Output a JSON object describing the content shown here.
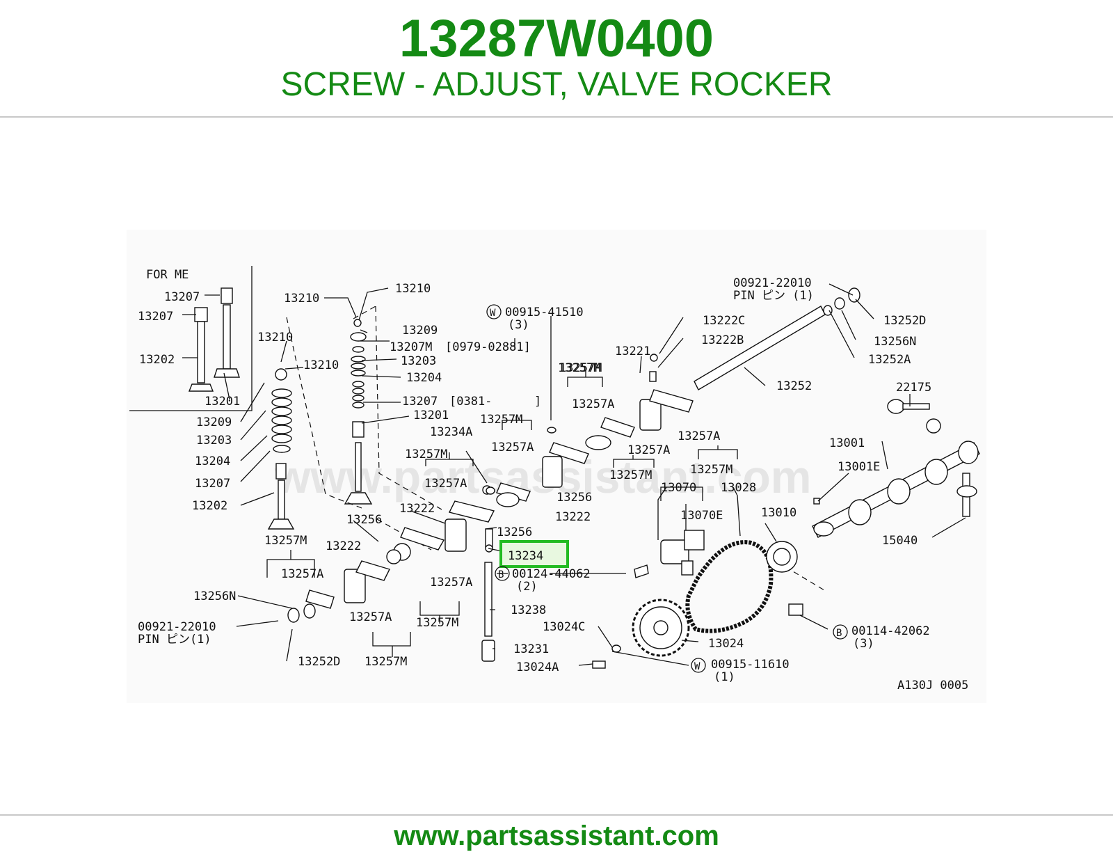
{
  "header": {
    "part_number": "13287W0400",
    "description": "SCREW - ADJUST, VALVE ROCKER"
  },
  "colors": {
    "brand_green": "#148a14",
    "highlight_green": "#22bb22",
    "rule_gray": "#c8c8c8"
  },
  "diagram": {
    "inset_label": "FOR ME",
    "watermark": "www.partsassistant.com",
    "reference_code": "A130J 0005",
    "highlighted_callout": "13234",
    "callouts": [
      "13207",
      "13207",
      "13202",
      "13201",
      "13210",
      "13210",
      "13210",
      "13210",
      "13209",
      "13207M",
      "[0979-02881]",
      "13203",
      "13204",
      "13207",
      "[0381-",
      "]",
      "13201",
      "13209",
      "13203",
      "13204",
      "13207",
      "13202",
      "00915-41510",
      "(3)",
      "13257M",
      "13234A",
      "13257A",
      "13257M",
      "13257A",
      "13222",
      "13256",
      "13256",
      "13257M",
      "13257A",
      "13257M",
      "13222",
      "13256N",
      "00921-22010",
      "PIN ピン(1)",
      "13252D",
      "13257M",
      "13257A",
      "13257A",
      "13257M",
      "13257M",
      "13238",
      "13231",
      "00124-44062",
      "(2)",
      "13221",
      "13222C",
      "13222B",
      "13257M",
      "13257A",
      "13257A",
      "13257A",
      "13257M",
      "13256",
      "13222",
      "13070",
      "13070E",
      "13028",
      "13010",
      "13024C",
      "13024",
      "13024A",
      "00915-11610",
      "(1)",
      "00114-42062",
      "(3)",
      "00921-22010",
      "PIN ピン (1)",
      "13252D",
      "13256N",
      "13252A",
      "13252",
      "22175",
      "13001",
      "13001E",
      "15040"
    ]
  },
  "footer": {
    "url": "www.partsassistant.com"
  }
}
